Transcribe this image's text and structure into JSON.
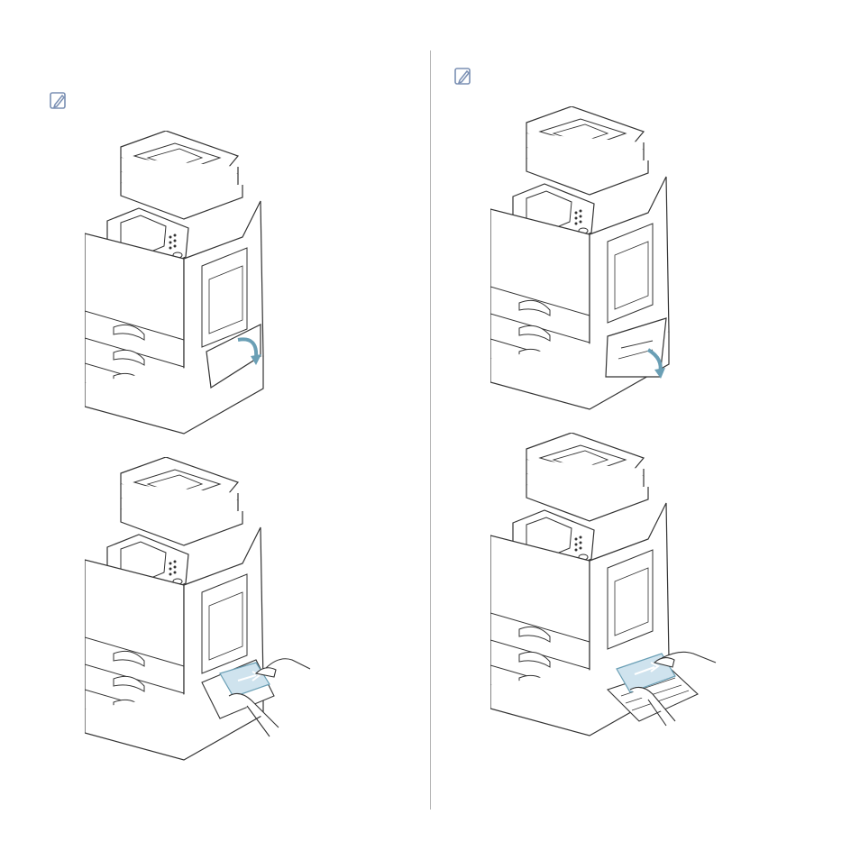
{
  "document": {
    "left_column": {
      "note_icon": "note-pencil-icon",
      "figures": [
        {
          "name": "printer-side-cover-open",
          "arrow": "open-door-arrow"
        },
        {
          "name": "printer-jam-removal",
          "hands": "hands-pulling-paper"
        }
      ]
    },
    "right_column": {
      "note_icon": "note-pencil-icon",
      "figures": [
        {
          "name": "printer-lower-cover-open",
          "arrow": "open-door-arrow"
        },
        {
          "name": "printer-jam-removal-tray",
          "hands": "hands-pulling-paper"
        }
      ]
    },
    "colors": {
      "line": "#333333",
      "accent": "#6a9fb5",
      "paper": "#cfe3ee",
      "icon": "#7a8fb3",
      "divider": "#b4b4b4"
    }
  }
}
